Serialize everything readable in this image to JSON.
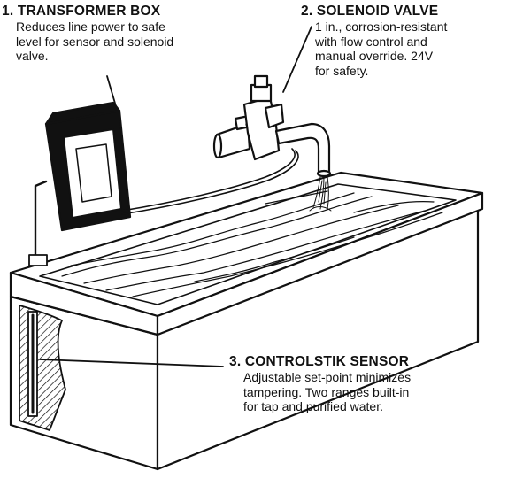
{
  "callouts": [
    {
      "title": "1. TRANSFORMER BOX",
      "lines": [
        "Reduces line power to safe",
        "level for sensor and solenoid",
        "valve."
      ]
    },
    {
      "title": "2. SOLENOID VALVE",
      "lines": [
        "1 in., corrosion-resistant",
        "with flow control and",
        "manual override. 24V",
        "for safety."
      ]
    },
    {
      "title": "3. CONTROLSTIK SENSOR",
      "lines": [
        "Adjustable set-point minimizes",
        "tampering. Two ranges built-in",
        "for tap and purified water."
      ]
    }
  ]
}
